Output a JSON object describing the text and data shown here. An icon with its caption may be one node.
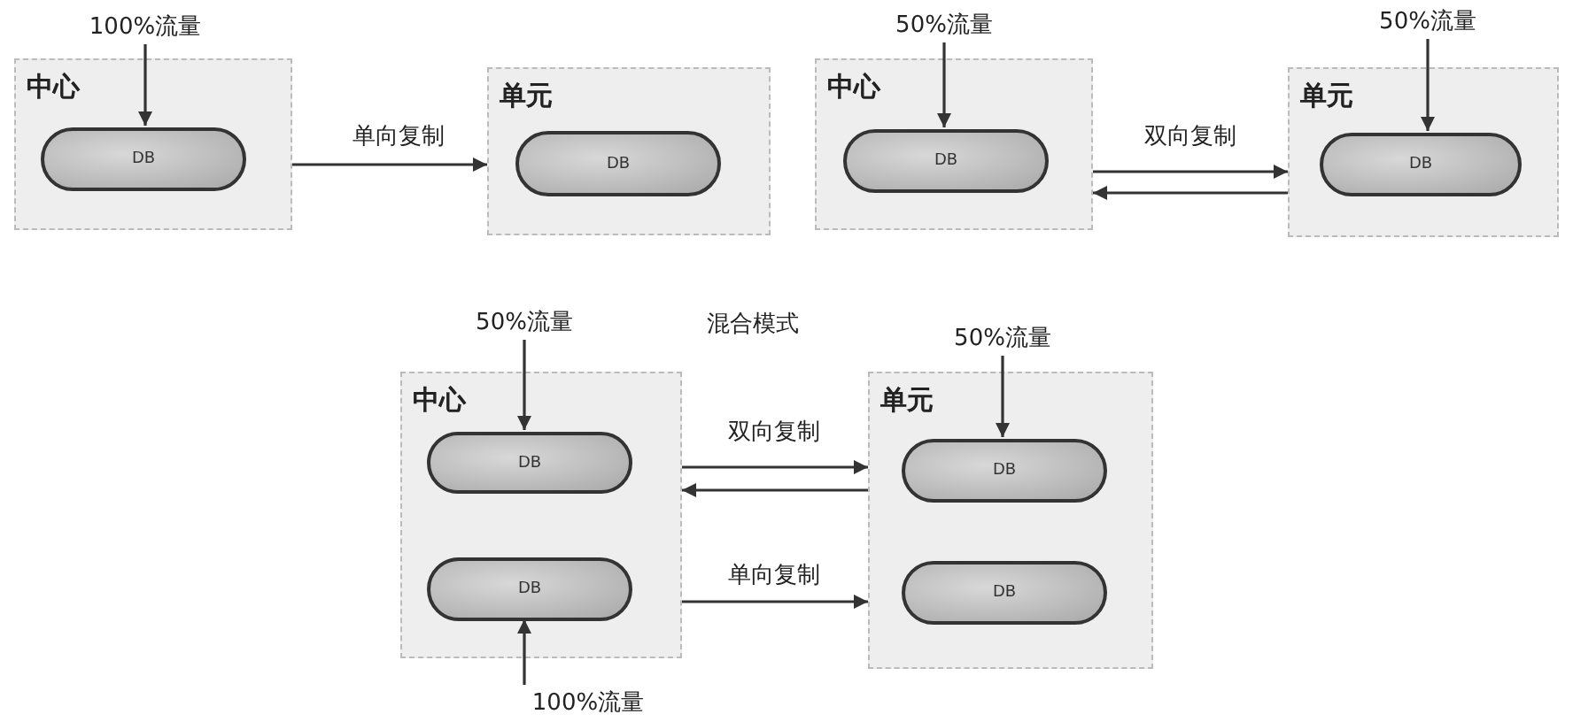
{
  "diagram": {
    "nodes": [
      {
        "text": [
          "中心"
        ]
      },
      {
        "text": [
          "DB"
        ],
        "in": 0
      },
      {
        "text": [
          "单元"
        ]
      },
      {
        "text": [
          "DB"
        ],
        "in": 2
      },
      {
        "text": [
          "100%流量"
        ]
      },
      {
        "text": [
          "中心"
        ]
      },
      {
        "text": [
          "DB"
        ],
        "in": 5
      },
      {
        "text": [
          "单元"
        ]
      },
      {
        "text": [
          "DB"
        ],
        "in": 7
      },
      {
        "text": [
          "50%流量"
        ]
      },
      {
        "text": [
          "50%流量"
        ]
      },
      {
        "text": [
          "中心"
        ]
      },
      {
        "text": [
          "DB"
        ],
        "in": 11
      },
      {
        "text": [
          "DB"
        ],
        "in": 11
      },
      {
        "text": [
          "单元"
        ]
      },
      {
        "text": [
          "DB"
        ],
        "in": 14
      },
      {
        "text": [
          "DB"
        ],
        "in": 14
      },
      {
        "text": [
          "50%流量"
        ]
      },
      {
        "text": [
          "100%流量"
        ]
      },
      {
        "text": [
          "50%流量"
        ]
      }
    ],
    "edges": [
      {
        "from": 4,
        "to": 1,
        "arrow": "to"
      },
      {
        "from": 0,
        "to": 2,
        "arrow": "to",
        "label": "单向复制"
      },
      {
        "from": 9,
        "to": 6,
        "arrow": "to"
      },
      {
        "from": 10,
        "to": 8,
        "arrow": "to"
      },
      {
        "from": 5,
        "to": 7,
        "arrow": "to",
        "label": "双向复制"
      },
      {
        "from": 7,
        "to": 5,
        "arrow": "to"
      },
      {
        "from": 17,
        "to": 12,
        "arrow": "to"
      },
      {
        "from": 18,
        "to": 13,
        "arrow": "to"
      },
      {
        "from": 19,
        "to": 15,
        "arrow": "to"
      },
      {
        "from": 11,
        "to": 14,
        "arrow": "to",
        "label": "双向复制"
      },
      {
        "from": 14,
        "to": 11,
        "arrow": "to"
      },
      {
        "from": 11,
        "to": 14,
        "arrow": "to",
        "label": "单向复制"
      }
    ],
    "labels": [
      "混合模式"
    ]
  }
}
